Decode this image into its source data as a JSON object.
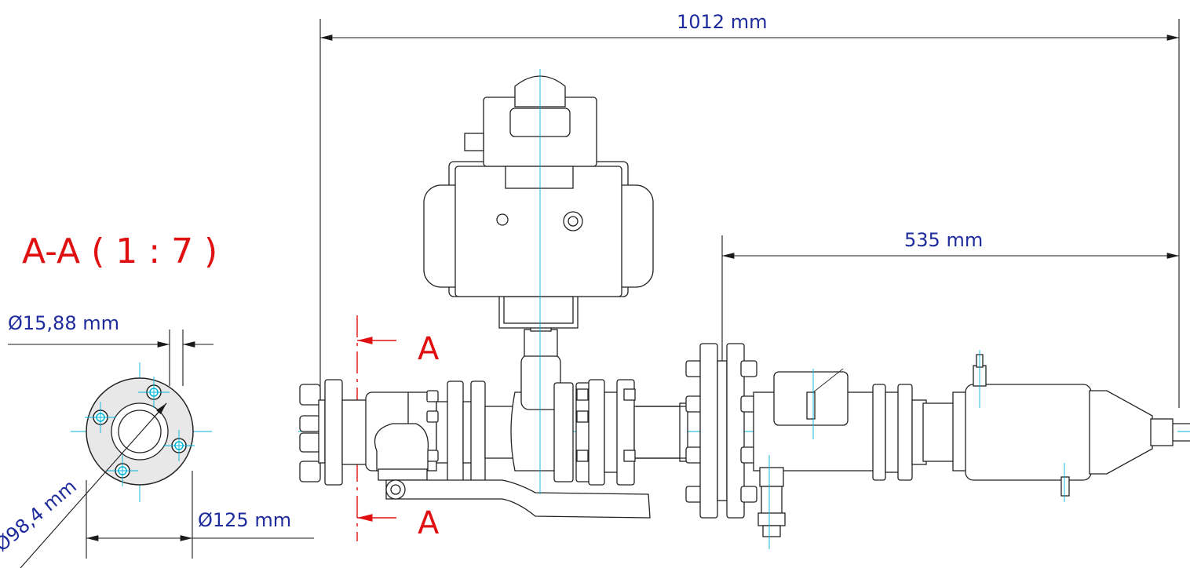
{
  "section_view": {
    "title": "A-A ( 1 : 7 )",
    "hole_diameter": "Ø15,88 mm",
    "outer_diameter": "Ø125 mm",
    "bolt_circle": "Ø98,4 mm"
  },
  "main_view": {
    "overall_length": "1012 mm",
    "partial_length": "535 mm",
    "cut_label_top": "A",
    "cut_label_bottom": "A"
  },
  "colors": {
    "dimension_text": "#1e2b9c",
    "section_marks": "#e01010",
    "centerlines": "#00b5d8"
  }
}
